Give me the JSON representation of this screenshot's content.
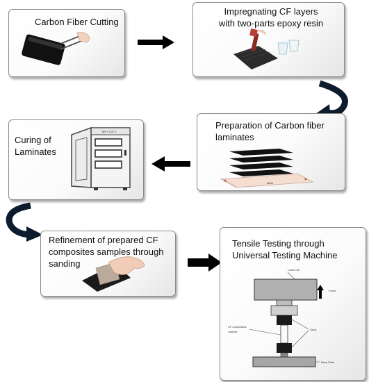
{
  "steps": {
    "cutting": {
      "label": "Carbon Fiber Cutting"
    },
    "impregnating": {
      "label": "Impregnating CF layers with two-parts epoxy resin"
    },
    "preparation": {
      "label": "Preparation of Carbon fiber laminates",
      "plate_text": "Mold"
    },
    "curing": {
      "label": "Curing of Laminates",
      "oven_text": "MFY 120°C"
    },
    "refinement": {
      "label": "Refinement of prepared CF composites samples through sanding"
    },
    "tensile": {
      "label": "Tensile Testing through Universal Testing Machine",
      "load_cell": "Load Cell",
      "force": "Force",
      "grips": "Grips",
      "sample": "CF composites Sample",
      "base_plate": "Base Plate"
    }
  },
  "colors": {
    "arrow": "#000000",
    "curve": "#0d1b2e",
    "box_border": "#8a8a8a"
  }
}
